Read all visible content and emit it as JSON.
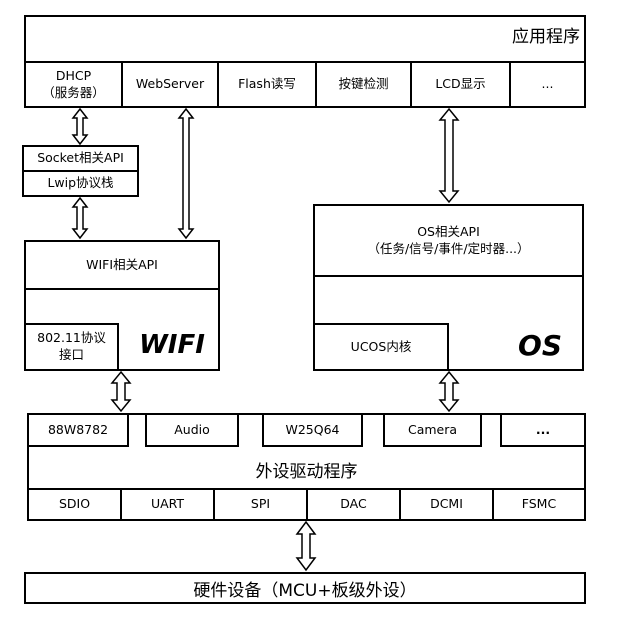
{
  "app_layer": {
    "title": "应用程序",
    "cells": [
      {
        "text": "DHCP\n（服务器）"
      },
      {
        "text": "WebServer"
      },
      {
        "text": "Flash读写"
      },
      {
        "text": "按键检测"
      },
      {
        "text": "LCD显示"
      },
      {
        "text": "..."
      }
    ]
  },
  "socket_api": "Socket相关API",
  "lwip_stack": "Lwip协议栈",
  "wifi_block": {
    "api": "WIFI相关API",
    "protocol_interface": "802.11协议\n接口",
    "logo": "WIFI"
  },
  "os_block": {
    "api_line1": "OS相关API",
    "api_line2": "（任务/信号/事件/定时器...）",
    "kernel": "UCOS内核",
    "logo": "OS"
  },
  "driver_layer": {
    "title": "外设驱动程序",
    "top_cells": [
      "88W8782",
      "Audio",
      "W25Q64",
      "Camera",
      "..."
    ],
    "bottom_cells": [
      "SDIO",
      "UART",
      "SPI",
      "DAC",
      "DCMI",
      "FSMC"
    ]
  },
  "hardware_layer": {
    "title": "硬件设备（MCU+板级外设）"
  }
}
